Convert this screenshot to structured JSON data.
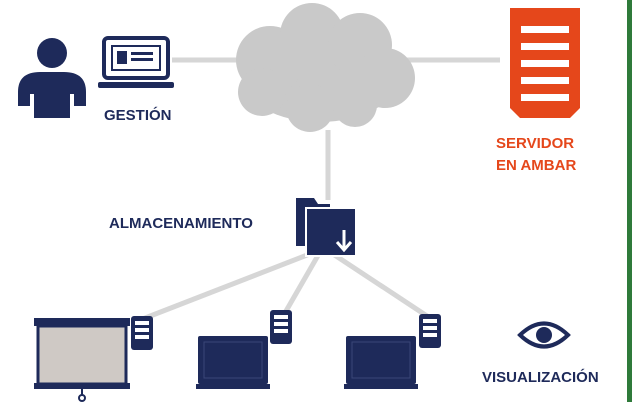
{
  "labels": {
    "management": "GESTIÓN",
    "server_line1": "SERVIDOR",
    "server_line2": "EN AMBAR",
    "storage": "ALMACENAMIENTO",
    "visualization": "VISUALIZACIÓN"
  },
  "colors": {
    "navy": "#1e2a5a",
    "orange": "#e5471b",
    "cloud": "#c9c9c9",
    "link": "#d6d6d6",
    "screen": "#1e2a5a",
    "projector_screen": "#cfc9c5",
    "side_bar": "#2f7a3a"
  },
  "icons": {
    "person": "person-icon",
    "laptop": "laptop-icon",
    "cloud": "cloud-icon",
    "server": "server-icon",
    "storage": "folder-download-icon",
    "projector": "projector-screen-icon",
    "monitor": "monitor-icon",
    "mini_server": "mini-server-icon",
    "eye": "eye-icon"
  }
}
